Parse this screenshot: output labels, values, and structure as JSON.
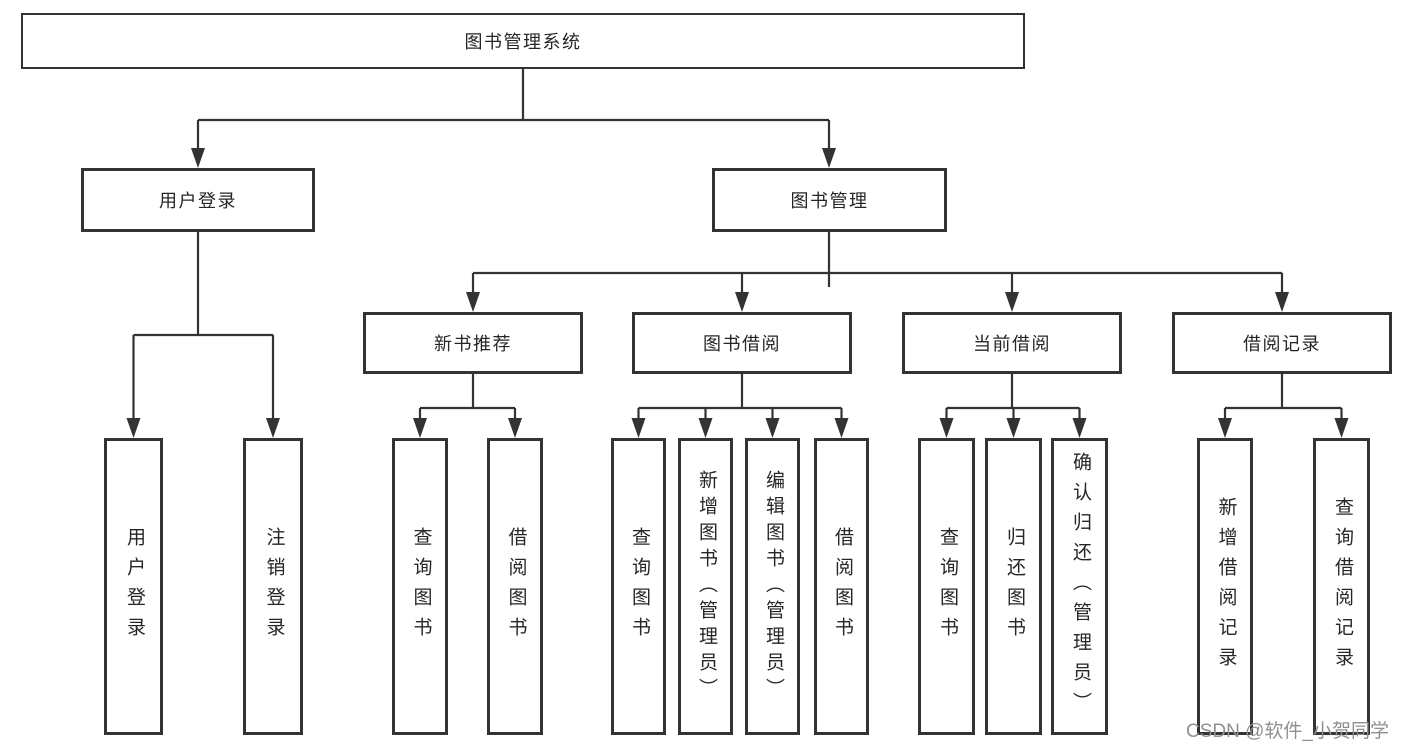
{
  "diagram": {
    "root": {
      "label": "图书管理系统"
    },
    "branches": [
      {
        "label": "用户登录",
        "children": [
          {
            "label": "用户登录"
          },
          {
            "label": "注销登录"
          }
        ]
      },
      {
        "label": "图书管理",
        "children": [
          {
            "label": "新书推荐",
            "children": [
              {
                "label": "查询图书"
              },
              {
                "label": "借阅图书"
              }
            ]
          },
          {
            "label": "图书借阅",
            "children": [
              {
                "label": "查询图书"
              },
              {
                "label": "新增图书（管理员）"
              },
              {
                "label": "编辑图书（管理员）"
              },
              {
                "label": "借阅图书"
              }
            ]
          },
          {
            "label": "当前借阅",
            "children": [
              {
                "label": "查询图书"
              },
              {
                "label": "归还图书"
              },
              {
                "label": "确认归还（管理员）"
              }
            ]
          },
          {
            "label": "借阅记录",
            "children": [
              {
                "label": "新增借阅记录"
              },
              {
                "label": "查询借阅记录"
              }
            ]
          }
        ]
      }
    ],
    "watermark": "CSDN @软件_小贺同学",
    "colors": {
      "line": "#333333",
      "border": "#333333",
      "text": "#262626",
      "watermark": "#909090",
      "background": "#ffffff"
    }
  }
}
